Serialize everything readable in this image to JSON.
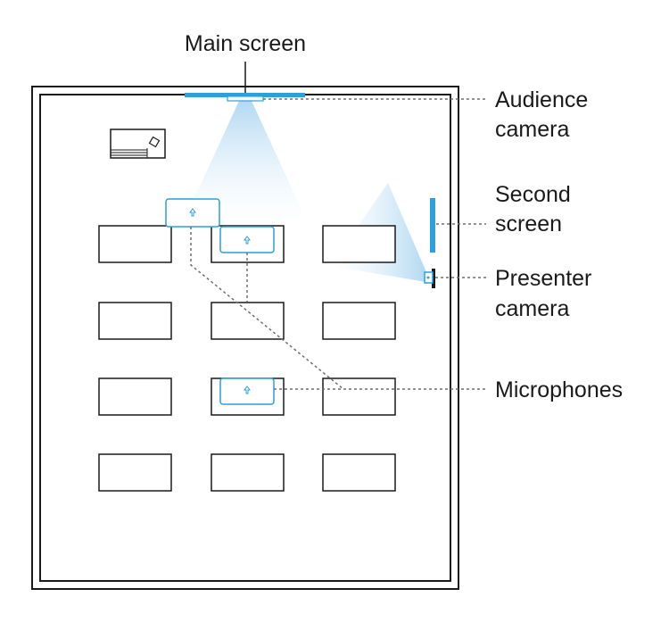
{
  "labels": {
    "main_screen": "Main screen",
    "audience_camera_line1": "Audience",
    "audience_camera_line2": "camera",
    "second_screen_line1": "Second",
    "second_screen_line2": "screen",
    "presenter_camera_line1": "Presenter",
    "presenter_camera_line2": "camera",
    "microphones": "Microphones"
  },
  "colors": {
    "accent": "#2d9fda",
    "outline": "#1a1a1a",
    "leader": "#6e6e6e",
    "cone": "#bfe0f4"
  }
}
